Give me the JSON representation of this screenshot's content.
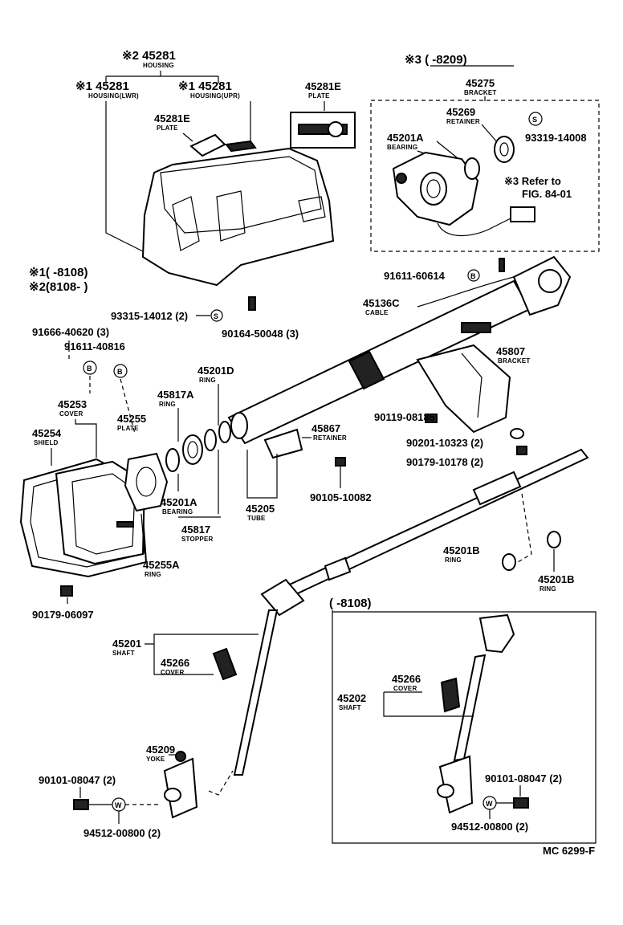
{
  "labels": {
    "housing_top_pn": "※2 45281",
    "housing_top_nm": "HOUSING",
    "housing_lwr_pn": "※1 45281",
    "housing_lwr_nm": "HOUSING(LWR)",
    "housing_upr_pn": "※1 45281",
    "housing_upr_nm": "HOUSING(UPR)",
    "plate_e1_pn": "45281E",
    "plate_e1_nm": "PLATE",
    "plate_e2_pn": "45281E",
    "plate_e2_nm": "PLATE",
    "note1": "※1(       -8108)",
    "note2": "※2(8108-        )",
    "note3": "※3 (       -8209)",
    "bracket_45275_pn": "45275",
    "bracket_45275_nm": "BRACKET",
    "retainer_45269_pn": "45269",
    "retainer_45269_nm": "RETAINER",
    "bearing_45201a_top_pn": "45201A",
    "bearing_45201a_top_nm": "BEARING",
    "bolt_93319_pn": "93319-14008",
    "refer_note": "※3 Refer to",
    "refer_fig": "FIG. 84-01",
    "bolt_91611_60614": "91611-60614",
    "screw_93315": "93315-14012 (2)",
    "screw_90164": "90164-50048 (3)",
    "cable_pn": "45136C",
    "cable_nm": "CABLE",
    "bolt_91666": "91666-40620 (3)",
    "bolt_91611_40816": "91611-40816",
    "ring_45201d_pn": "45201D",
    "ring_45201d_nm": "RING",
    "ring_45817a_pn": "45817A",
    "ring_45817a_nm": "RING",
    "bracket_45807_pn": "45807",
    "bracket_45807_nm": "BRACKET",
    "cover_45253_pn": "45253",
    "cover_45253_nm": "COVER",
    "shield_45254_pn": "45254",
    "shield_45254_nm": "SHIELD",
    "plate_45255_pn": "45255",
    "plate_45255_nm": "PLATE",
    "retainer_45867_pn": "45867",
    "retainer_45867_nm": "RETAINER",
    "nut_90119": "90119-08185",
    "washer_90201": "90201-10323 (2)",
    "nut_90179_10178": "90179-10178 (2)",
    "nut_90105": "90105-10082",
    "bearing_45201a_pn": "45201A",
    "bearing_45201a_nm": "BEARING",
    "tube_45205_pn": "45205",
    "tube_45205_nm": "TUBE",
    "stopper_45817_pn": "45817",
    "stopper_45817_nm": "STOPPER",
    "ring_45255a_pn": "45255A",
    "ring_45255a_nm": "RING",
    "ring_45201b_1_pn": "45201B",
    "ring_45201b_1_nm": "RING",
    "ring_45201b_2_pn": "45201B",
    "ring_45201b_2_nm": "RING",
    "nut_90179_06097": "90179-06097",
    "inset_title": "(       -8108)",
    "shaft_45201_pn": "45201",
    "shaft_45201_nm": "SHAFT",
    "cover_45266_1_pn": "45266",
    "cover_45266_1_nm": "COVER",
    "cover_45266_2_pn": "45266",
    "cover_45266_2_nm": "COVER",
    "shaft_45202_pn": "45202",
    "shaft_45202_nm": "SHAFT",
    "yoke_45209_pn": "45209",
    "yoke_45209_nm": "YOKE",
    "bolt_90101_1": "90101-08047 (2)",
    "washer_94512_1": "94512-00800 (2)",
    "bolt_90101_2": "90101-08047 (2)",
    "washer_94512_2": "94512-00800 (2)",
    "fig_code": "MC 6299-F",
    "sym_s": "S",
    "sym_b": "B",
    "sym_w": "W"
  }
}
